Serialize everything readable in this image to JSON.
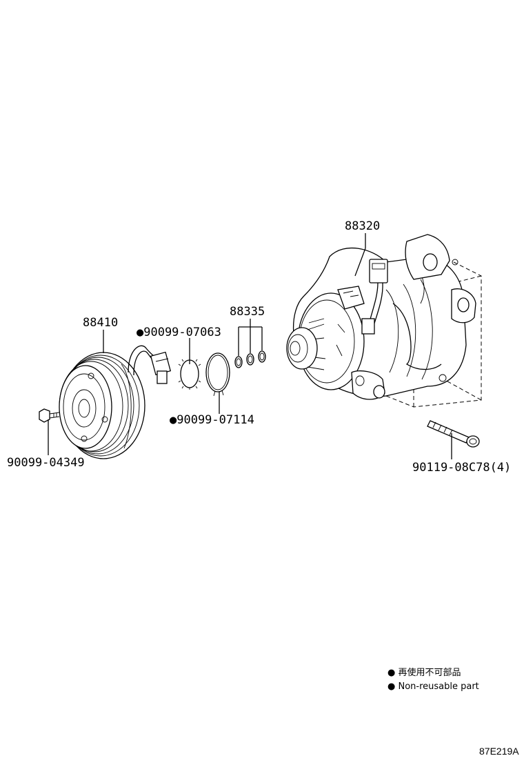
{
  "parts": {
    "compressor": "88320",
    "clutch_assy": "88410",
    "o_rings": "88335",
    "snap_ring_top": "●90099-07063",
    "snap_ring_bottom": "●90099-07114",
    "clutch_bolt": "90099-04349",
    "mount_bolt": "90119-08C78(4)"
  },
  "legend": {
    "line_jp": "● 再使用不可部品",
    "line_en": "● Non-reusable part"
  },
  "figure_code": "87E219A"
}
